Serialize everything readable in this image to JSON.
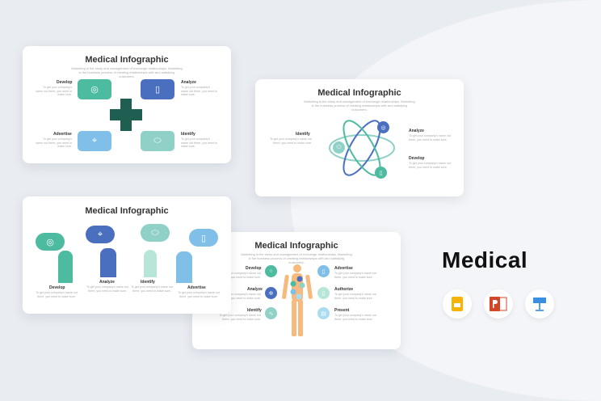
{
  "title": "Medical Infographic",
  "desc": "Marketing is the study and management of exchange relationships. Marketing is the business process of creating relationships with and satisfying customers.",
  "item_text": "To get your company's name out there, you need to make sure.",
  "slide1": {
    "items": [
      "Develop",
      "Analyze",
      "Advertise",
      "Identify"
    ]
  },
  "slide2": {
    "items": [
      "Identify",
      "Analyze",
      "Develop"
    ]
  },
  "slide3": {
    "items": [
      "Develop",
      "Analyze",
      "Identify",
      "Advertise"
    ]
  },
  "slide4": {
    "left": [
      "Develop",
      "Analyze",
      "Identify"
    ],
    "right": [
      "Advertise",
      "Authorize",
      "Present"
    ]
  },
  "brand": "Medical",
  "apps": [
    "google-slides",
    "powerpoint",
    "keynote"
  ],
  "colors": {
    "teal": "#4dbba0",
    "blue": "#4a6fbf",
    "light_blue": "#7fbfe8",
    "mint": "#8fd0c7",
    "dark_green": "#1f5f52",
    "skin": "#f7b97d"
  }
}
